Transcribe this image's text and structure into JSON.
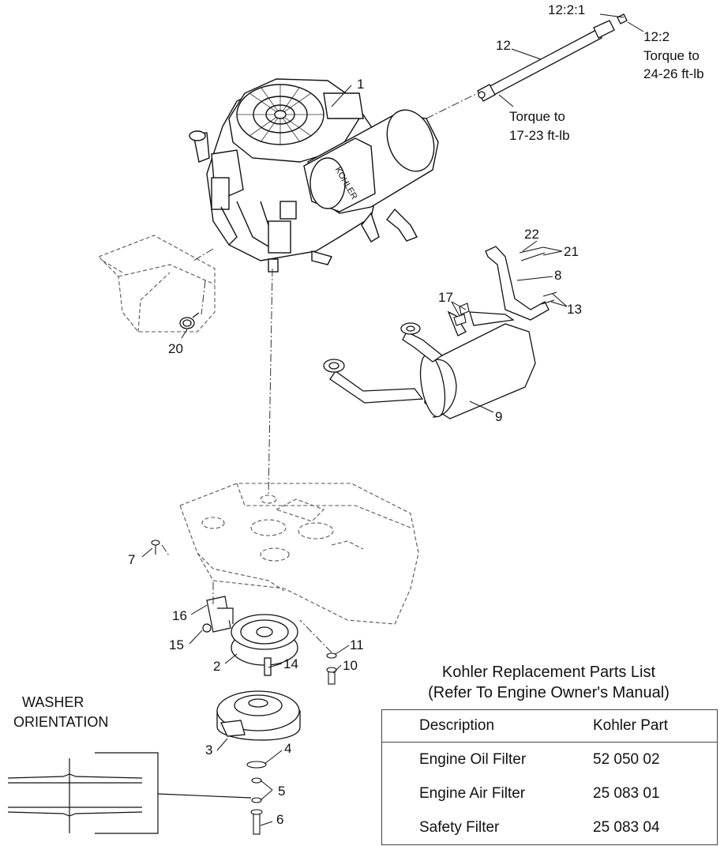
{
  "callouts": {
    "c1": "1",
    "c2": "2",
    "c3": "3",
    "c4": "4",
    "c5": "5",
    "c6": "6",
    "c7": "7",
    "c8": "8",
    "c9": "9",
    "c10": "10",
    "c11": "11",
    "c12": "12",
    "c12_2_1": "12:2:1",
    "c12_2": "12:2",
    "c13": "13",
    "c14": "14",
    "c15": "15",
    "c16": "16",
    "c17": "17",
    "c20": "20",
    "c21": "21",
    "c22": "22"
  },
  "notes": {
    "torque_12_2_line1": "Torque to",
    "torque_12_2_line2": "24-26 ft-lb",
    "torque_12_line1": "Torque to",
    "torque_12_line2": "17-23 ft-lb"
  },
  "washer": {
    "title_line1": "WASHER",
    "title_line2": "ORIENTATION"
  },
  "parts_list": {
    "title_line1": "Kohler Replacement Parts List",
    "title_line2": "(Refer To Engine Owner's Manual)",
    "headers": [
      "Description",
      "Kohler Part"
    ],
    "rows": [
      {
        "description": "Engine Oil Filter",
        "part": "52 050 02"
      },
      {
        "description": "Engine Air Filter",
        "part": "25 083 01"
      },
      {
        "description": "Safety Filter",
        "part": "25 083 04"
      }
    ]
  },
  "engine_brand": "KOHLER"
}
